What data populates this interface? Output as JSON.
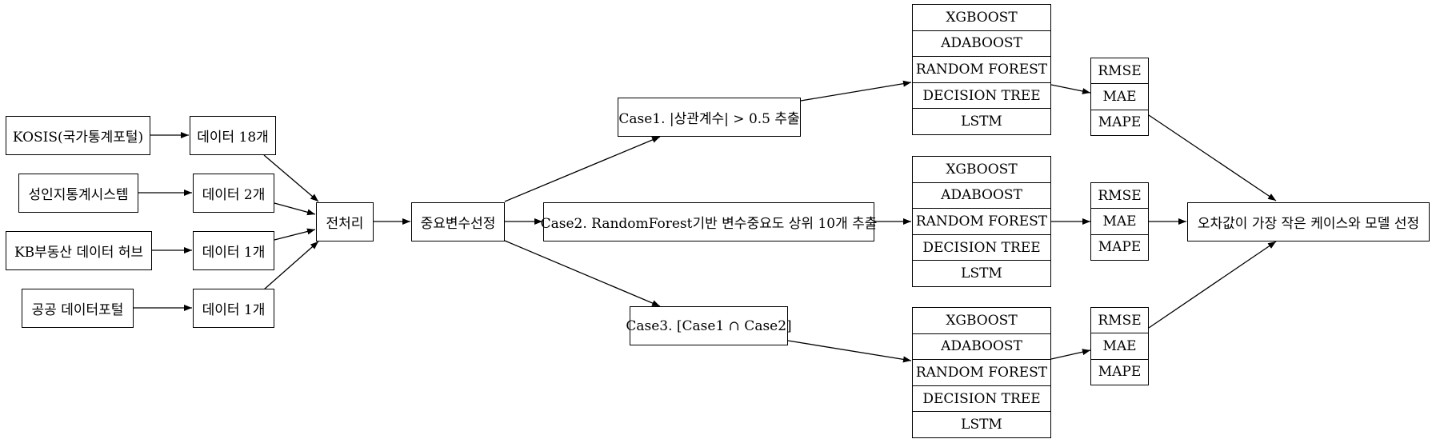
{
  "sources": [
    {
      "label": "KOSIS(국가통계포털)",
      "data": "데이터 18개"
    },
    {
      "label": "성인지통계시스템",
      "data": "데이터 2개"
    },
    {
      "label": "KB부동산 데이터 허브",
      "data": "데이터 1개"
    },
    {
      "label": "공공 데이터포털",
      "data": "데이터 1개"
    }
  ],
  "preprocess": "전처리",
  "feature_selection": "중요변수선정",
  "cases": [
    {
      "label": "Case1. |상관계수| > 0.5 추출",
      "models": [
        "XGBOOST",
        "ADABOOST",
        "RANDOM FOREST",
        "DECISION TREE",
        "LSTM"
      ],
      "metrics": [
        "RMSE",
        "MAE",
        "MAPE"
      ]
    },
    {
      "label": "Case2. RandomForest기반 변수중요도 상위 10개 추출",
      "models": [
        "XGBOOST",
        "ADABOOST",
        "RANDOM FOREST",
        "DECISION TREE",
        "LSTM"
      ],
      "metrics": [
        "RMSE",
        "MAE",
        "MAPE"
      ]
    },
    {
      "label": "Case3. [Case1 ∩ Case2]",
      "models": [
        "XGBOOST",
        "ADABOOST",
        "RANDOM FOREST",
        "DECISION TREE",
        "LSTM"
      ],
      "metrics": [
        "RMSE",
        "MAE",
        "MAPE"
      ]
    }
  ],
  "final": "오차값이 가장 작은 케이스와 모델 선정"
}
